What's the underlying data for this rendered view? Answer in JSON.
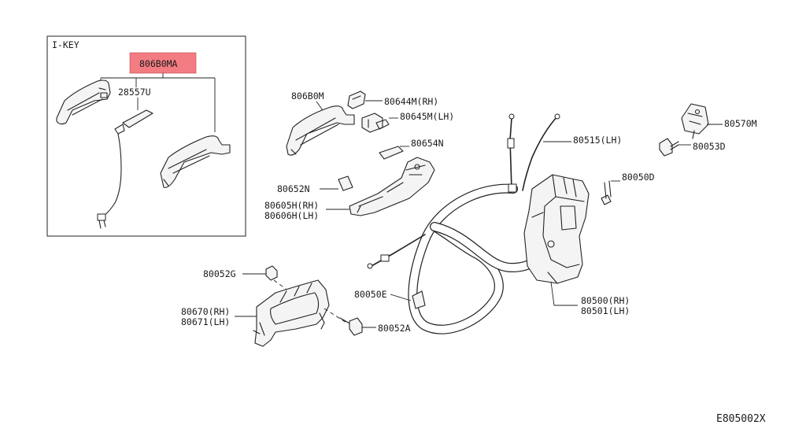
{
  "inset": {
    "title": "I-KEY",
    "highlight_color": "#f27c82"
  },
  "callouts": {
    "p806B0MA": "806B0MA",
    "p28557U": "28557U",
    "p806B0M": "806B0M",
    "p80644M": "80644M(RH)",
    "p80645M": "80645M(LH)",
    "p80654N": "80654N",
    "p80652N": "80652N",
    "p80605H": "80605H(RH)",
    "p80606H": "80606H(LH)",
    "p80515": "80515(LH)",
    "p80050D": "80050D",
    "p80570M": "80570M",
    "p80053D": "80053D",
    "p80052G": "80052G",
    "p80670": "80670(RH)",
    "p80671": "80671(LH)",
    "p80050E": "80050E",
    "p80052A": "80052A",
    "p80500": "80500(RH)",
    "p80501": "80501(LH)"
  },
  "diagram_code": "E805002X"
}
